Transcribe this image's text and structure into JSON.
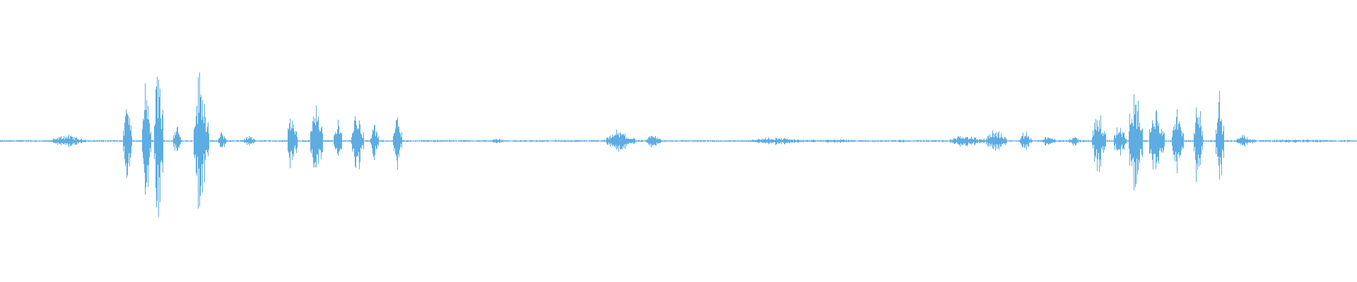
{
  "waveform": {
    "color": "#5dade2",
    "bursts": [
      {
        "start": 0.039,
        "end": 0.064,
        "amplitude": 0.05
      },
      {
        "start": 0.091,
        "end": 0.097,
        "amplitude": 0.35
      },
      {
        "start": 0.105,
        "end": 0.111,
        "amplitude": 0.5
      },
      {
        "start": 0.114,
        "end": 0.12,
        "amplitude": 0.72
      },
      {
        "start": 0.128,
        "end": 0.133,
        "amplitude": 0.15
      },
      {
        "start": 0.143,
        "end": 0.154,
        "amplitude": 0.6
      },
      {
        "start": 0.161,
        "end": 0.167,
        "amplitude": 0.08
      },
      {
        "start": 0.18,
        "end": 0.188,
        "amplitude": 0.05
      },
      {
        "start": 0.212,
        "end": 0.219,
        "amplitude": 0.32
      },
      {
        "start": 0.229,
        "end": 0.238,
        "amplitude": 0.4
      },
      {
        "start": 0.246,
        "end": 0.252,
        "amplitude": 0.2
      },
      {
        "start": 0.259,
        "end": 0.268,
        "amplitude": 0.28
      },
      {
        "start": 0.273,
        "end": 0.279,
        "amplitude": 0.15
      },
      {
        "start": 0.29,
        "end": 0.296,
        "amplitude": 0.22
      },
      {
        "start": 0.36,
        "end": 0.375,
        "amplitude": 0.02
      },
      {
        "start": 0.447,
        "end": 0.468,
        "amplitude": 0.09
      },
      {
        "start": 0.477,
        "end": 0.487,
        "amplitude": 0.06
      },
      {
        "start": 0.55,
        "end": 0.6,
        "amplitude": 0.03
      },
      {
        "start": 0.6,
        "end": 0.64,
        "amplitude": 0.015
      },
      {
        "start": 0.66,
        "end": 0.67,
        "amplitude": 0.015
      },
      {
        "start": 0.7,
        "end": 0.727,
        "amplitude": 0.05
      },
      {
        "start": 0.727,
        "end": 0.742,
        "amplitude": 0.1
      },
      {
        "start": 0.752,
        "end": 0.76,
        "amplitude": 0.09
      },
      {
        "start": 0.768,
        "end": 0.778,
        "amplitude": 0.05
      },
      {
        "start": 0.788,
        "end": 0.796,
        "amplitude": 0.04
      },
      {
        "start": 0.805,
        "end": 0.815,
        "amplitude": 0.27
      },
      {
        "start": 0.821,
        "end": 0.83,
        "amplitude": 0.16
      },
      {
        "start": 0.832,
        "end": 0.842,
        "amplitude": 0.5
      },
      {
        "start": 0.847,
        "end": 0.858,
        "amplitude": 0.28
      },
      {
        "start": 0.864,
        "end": 0.872,
        "amplitude": 0.3
      },
      {
        "start": 0.88,
        "end": 0.886,
        "amplitude": 0.42
      },
      {
        "start": 0.896,
        "end": 0.902,
        "amplitude": 0.45
      },
      {
        "start": 0.911,
        "end": 0.925,
        "amplitude": 0.05
      },
      {
        "start": 0.925,
        "end": 1.0,
        "amplitude": 0.015
      }
    ],
    "baseline_noise": 0.008
  }
}
